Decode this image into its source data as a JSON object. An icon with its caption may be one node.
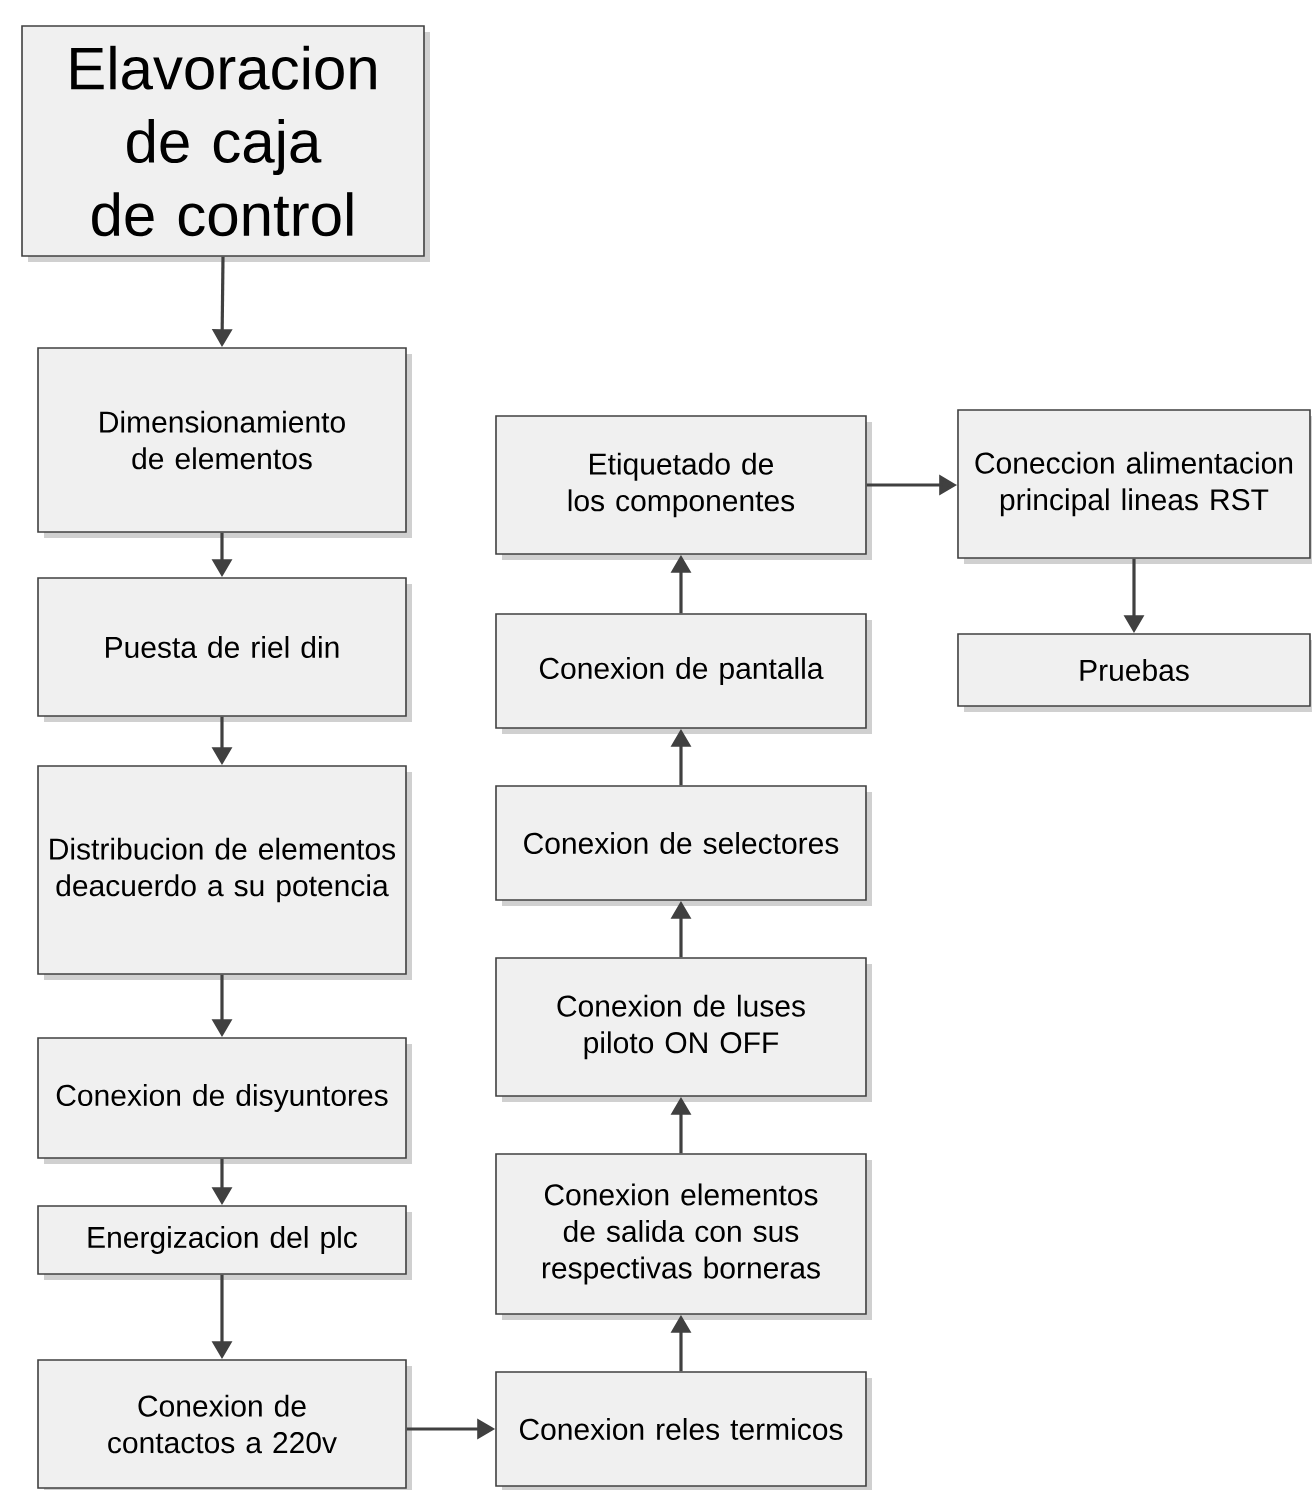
{
  "diagram": {
    "nodes": [
      {
        "text": [
          "Elavoracion de caja de control"
        ]
      },
      {
        "text": [
          "Dimensionamiento de elementos"
        ]
      },
      {
        "text": [
          "Puesta de riel din"
        ]
      },
      {
        "text": [
          "Distribucion de elementos deacuerdo a su potencia"
        ]
      },
      {
        "text": [
          "Conexion de disyuntores"
        ]
      },
      {
        "text": [
          "Energizacion del plc"
        ]
      },
      {
        "text": [
          "Conexion de contactos a 220v"
        ]
      },
      {
        "text": [
          "Conexion reles termicos"
        ]
      },
      {
        "text": [
          "Conexion elementos de salida con sus respectivas borneras"
        ]
      },
      {
        "text": [
          "Conexion de luses piloto ON OFF"
        ]
      },
      {
        "text": [
          "Conexion de selectores"
        ]
      },
      {
        "text": [
          "Conexion de pantalla"
        ]
      },
      {
        "text": [
          "Etiquetado de los componentes"
        ]
      },
      {
        "text": [
          "Coneccion alimentacion principal lineas RST"
        ]
      },
      {
        "text": [
          "Pruebas"
        ]
      }
    ],
    "edges": [
      {
        "from": 0,
        "to": 1,
        "arrow": "to"
      },
      {
        "from": 1,
        "to": 2,
        "arrow": "to"
      },
      {
        "from": 2,
        "to": 3,
        "arrow": "to"
      },
      {
        "from": 3,
        "to": 4,
        "arrow": "to"
      },
      {
        "from": 4,
        "to": 5,
        "arrow": "to"
      },
      {
        "from": 5,
        "to": 6,
        "arrow": "to"
      },
      {
        "from": 6,
        "to": 7,
        "arrow": "to"
      },
      {
        "from": 7,
        "to": 8,
        "arrow": "to"
      },
      {
        "from": 8,
        "to": 9,
        "arrow": "to"
      },
      {
        "from": 9,
        "to": 10,
        "arrow": "to"
      },
      {
        "from": 10,
        "to": 11,
        "arrow": "to"
      },
      {
        "from": 11,
        "to": 12,
        "arrow": "to"
      },
      {
        "from": 12,
        "to": 13,
        "arrow": "to"
      },
      {
        "from": 13,
        "to": 14,
        "arrow": "to"
      }
    ]
  }
}
